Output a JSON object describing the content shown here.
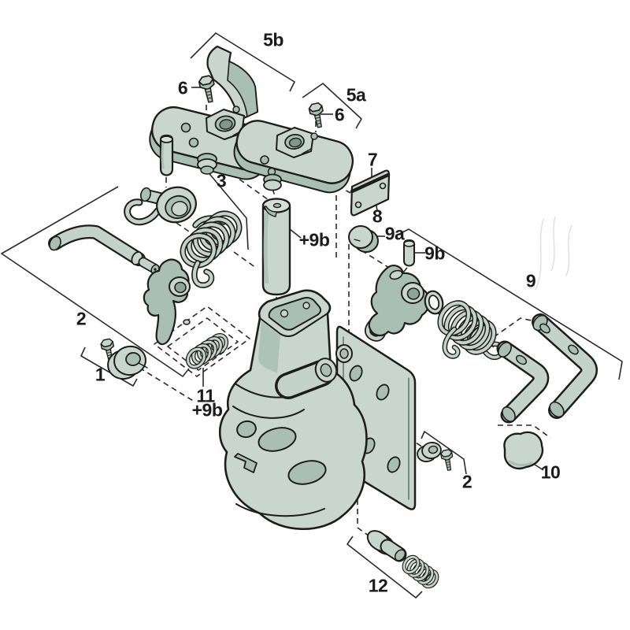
{
  "diagram": {
    "type": "exploded-parts-diagram",
    "subject": "trailer-coupling-assembly",
    "background": "#ffffff",
    "labels": {
      "l5b": "5b",
      "l6_left": "6",
      "l5a": "5a",
      "l6_right": "6",
      "l7": "7",
      "l8": "8",
      "l3": "3",
      "plus9b_center": "+9b",
      "l9a": "9a",
      "l9b": "9b",
      "l9": "9",
      "l2_left": "2",
      "l1": "1",
      "l11": "11",
      "plus9b_lower": "+9b",
      "l2_right": "2",
      "l10": "10",
      "l12": "12"
    },
    "colors": {
      "part_light": "#c9d6cf",
      "part_mid": "#a9bfb4",
      "part_dark": "#8ba59a",
      "part_deep": "#7f998e",
      "outline": "#1d1d1b",
      "callout_line": "#2a2a2a",
      "label_text": "#1b1b1b"
    }
  }
}
